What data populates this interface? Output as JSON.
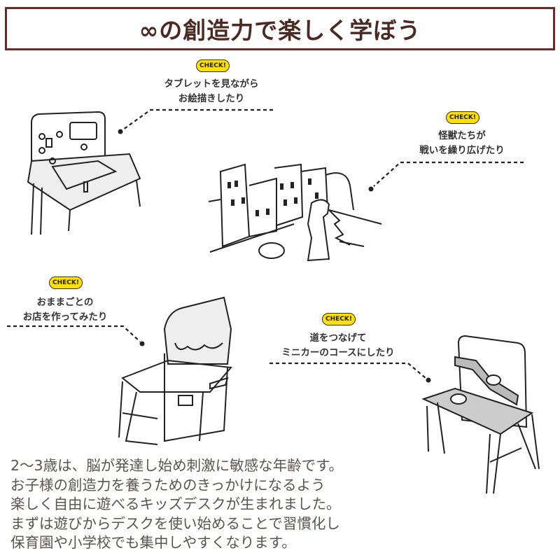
{
  "title": "∞の創造力で楽しく学ぼう",
  "check_label": "CHECK!",
  "captions": [
    {
      "line1": "タブレットを見ながら",
      "line2": "お絵描きしたり"
    },
    {
      "line1": "怪獣たちが",
      "line2": "戦いを繰り広げたり"
    },
    {
      "line1": "おままごとの",
      "line2": "お店を作ってみたり"
    },
    {
      "line1": "道をつなげて",
      "line2": "ミニカーのコースにしたり"
    }
  ],
  "body_lines": [
    "2〜3歳は、脳が発達し始め刺激に敏感な年齢です。",
    "お子様の創造力を養うためのきっかけになるよう",
    "楽しく自由に遊べるキッズデスクが生まれました。",
    "まずは遊びからデスクを使い始めることで習慣化し",
    "保育園や小学校でも集中しやすくなります。"
  ],
  "colors": {
    "title_border": "#6b2a25",
    "check_badge": "#ffe000",
    "body_text": "#5a5450"
  }
}
